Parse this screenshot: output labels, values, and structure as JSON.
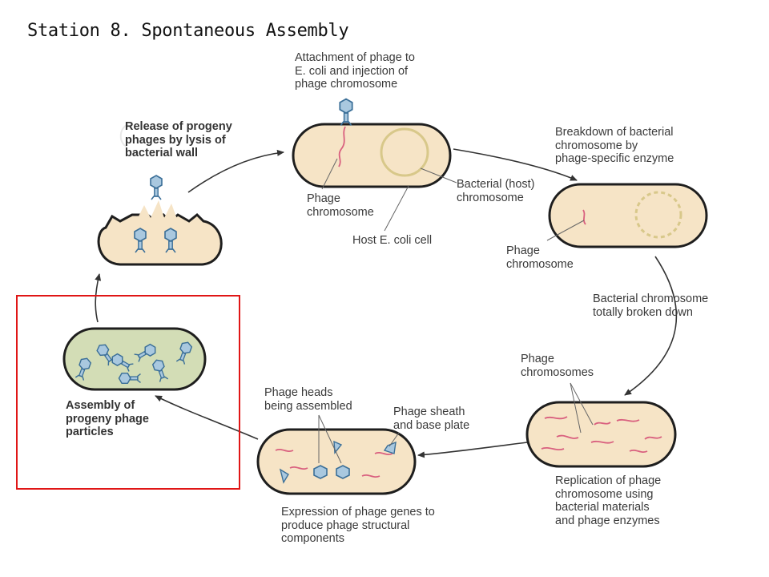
{
  "title": "Station 8. Spontaneous Assembly",
  "labels": {
    "attachment": "Attachment of phage to\nE. coli and injection of\nphage chromosome",
    "release": "Release of progeny\nphages by lysis of\nbacterial wall",
    "breakdown": "Breakdown of bacterial\nchromosome by\nphage-specific enzyme",
    "bacterial_host": "Bacterial (host)\nchromosome",
    "phage_chromosome_1": "Phage\nchromosome",
    "host_cell": "Host E. coli cell",
    "phage_chromosome_2": "Phage\nchromosome",
    "totally_broken": "Bacterial chromosome\ntotally broken down",
    "phage_chromosomes": "Phage\nchromosomes",
    "heads_assembled": "Phage heads\nbeing assembled",
    "sheath": "Phage sheath\nand base plate",
    "assembly": "Assembly of\nprogeny phage\nparticles",
    "replication": "Replication of phage\nchromosome using\nbacterial materials\nand phage enzymes",
    "expression": "Expression of phage genes to\nproduce phage structural\ncomponents"
  },
  "colors": {
    "cell_fill": "#f6e4c6",
    "cell_outline": "#1e1e1e",
    "phage_fill": "#a9c8df",
    "phage_outline": "#3b6f98",
    "dna": "#d9607f",
    "host_chromosome": "#d8c88a",
    "assembly_fill": "#d3ddb6",
    "highlight_box": "#e01616"
  }
}
